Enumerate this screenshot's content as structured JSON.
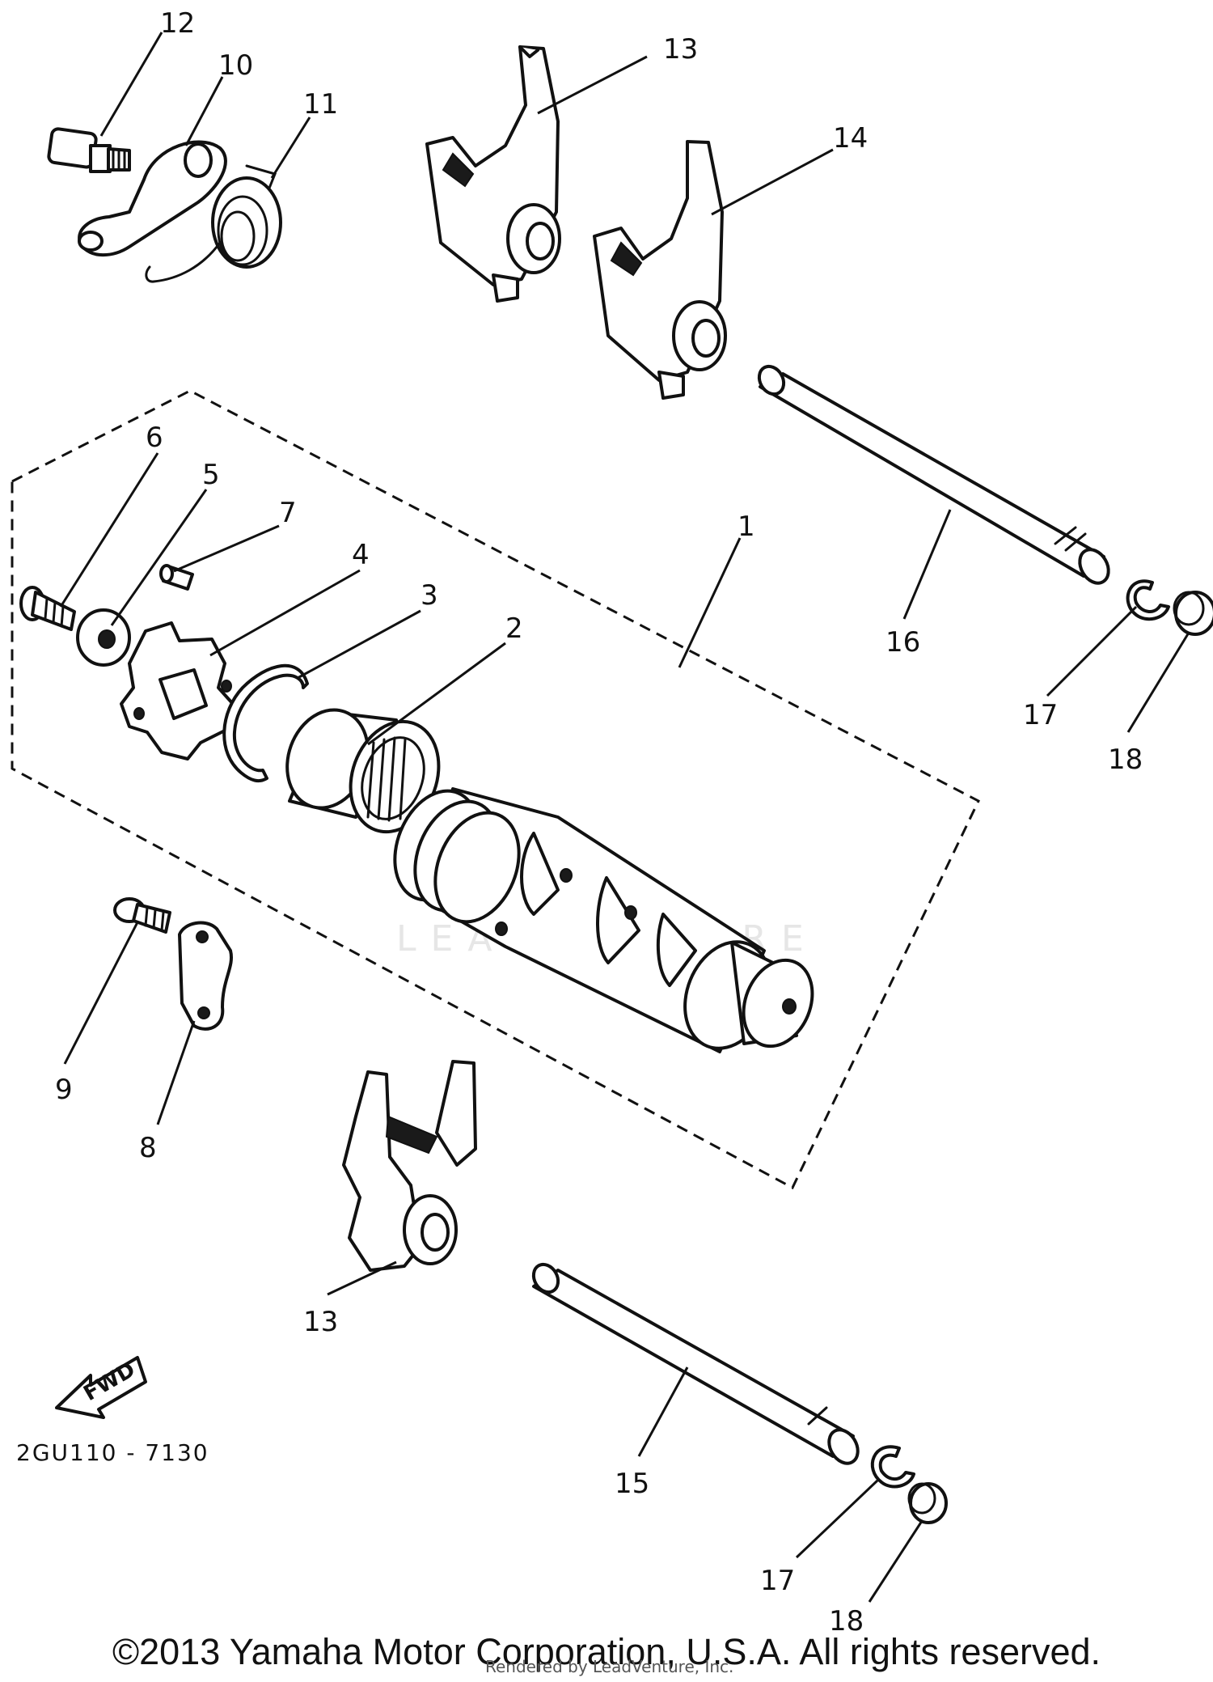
{
  "diagram_code": "2GU110 - 7130",
  "fwd_label": "FWD",
  "watermark": "LEADVENTURE",
  "copyright": "©2013 Yamaha Motor Corporation, U.S.A. All rights reserved.",
  "rendered_by": "Rendered by LeadVenture, Inc.",
  "callouts": {
    "c1": "1",
    "c2": "2",
    "c3": "3",
    "c4": "4",
    "c5": "5",
    "c6": "6",
    "c7": "7",
    "c8": "8",
    "c9": "9",
    "c10": "10",
    "c11": "11",
    "c12": "12",
    "c13a": "13",
    "c13b": "13",
    "c14": "14",
    "c15": "15",
    "c16": "16",
    "c17a": "17",
    "c17b": "17",
    "c18a": "18",
    "c18b": "18"
  }
}
